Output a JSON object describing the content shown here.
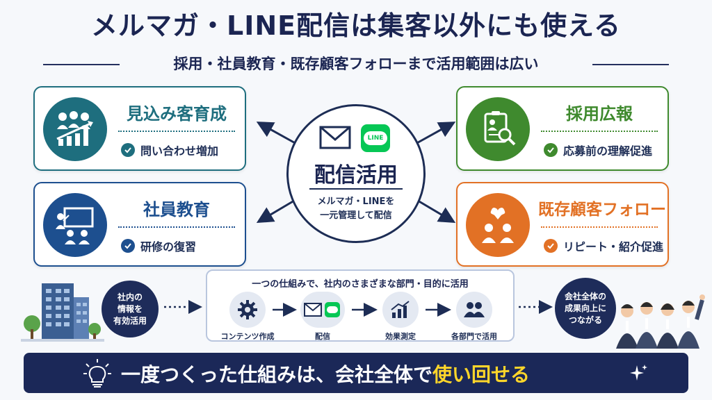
{
  "title": "メルマガ・LINE配信は集客以外にも使える",
  "subtitle": "採用・社員教育・既存顧客フォローまで活用範囲は広い",
  "cards": [
    {
      "title": "見込み客育成",
      "item": "問い合わせ増加",
      "color": "#1e6e7e"
    },
    {
      "title": "採用広報",
      "item": "応募前の理解促進",
      "color": "#3f8a2e"
    },
    {
      "title": "社員教育",
      "item": "研修の復習",
      "color": "#1d4f8f"
    },
    {
      "title": "既存顧客フォロー",
      "item": "リピート・紹介促進",
      "color": "#e27125"
    }
  ],
  "hub": {
    "line_logo": "LINE",
    "title": "配信活用",
    "desc_line1": "メルマガ・LINEを",
    "desc_line2": "一元管理して配信"
  },
  "left_bubble": {
    "line1": "社内の",
    "line2": "情報を",
    "line3": "有効活用"
  },
  "right_bubble": {
    "line1": "会社全体の",
    "line2": "成果向上に",
    "line3": "つながる"
  },
  "flow": {
    "title": "一つの仕組みで、社内のさまざまな部門・目的に活用",
    "steps": [
      "コンテンツ作成",
      "配信",
      "効果測定",
      "各部門で活用"
    ]
  },
  "banner": {
    "text_main": "一度つくった仕組みは、会社全体で",
    "text_highlight": "使い回せる"
  },
  "colors": {
    "navy": "#1b2858",
    "teal": "#1e6e7e",
    "green": "#3f8a2e",
    "blue": "#1d4f8f",
    "orange": "#e27125",
    "line_green": "#06c755",
    "highlight": "#ffd62a"
  },
  "icons": [
    "growth-people-icon",
    "resume-search-icon",
    "presentation-icon",
    "heart-people-icon",
    "envelope-icon",
    "line-logo-icon",
    "gear-icon",
    "bar-chart-icon",
    "people-icon",
    "lightbulb-icon",
    "sparkle-icon",
    "building-icon",
    "business-team-icon"
  ]
}
